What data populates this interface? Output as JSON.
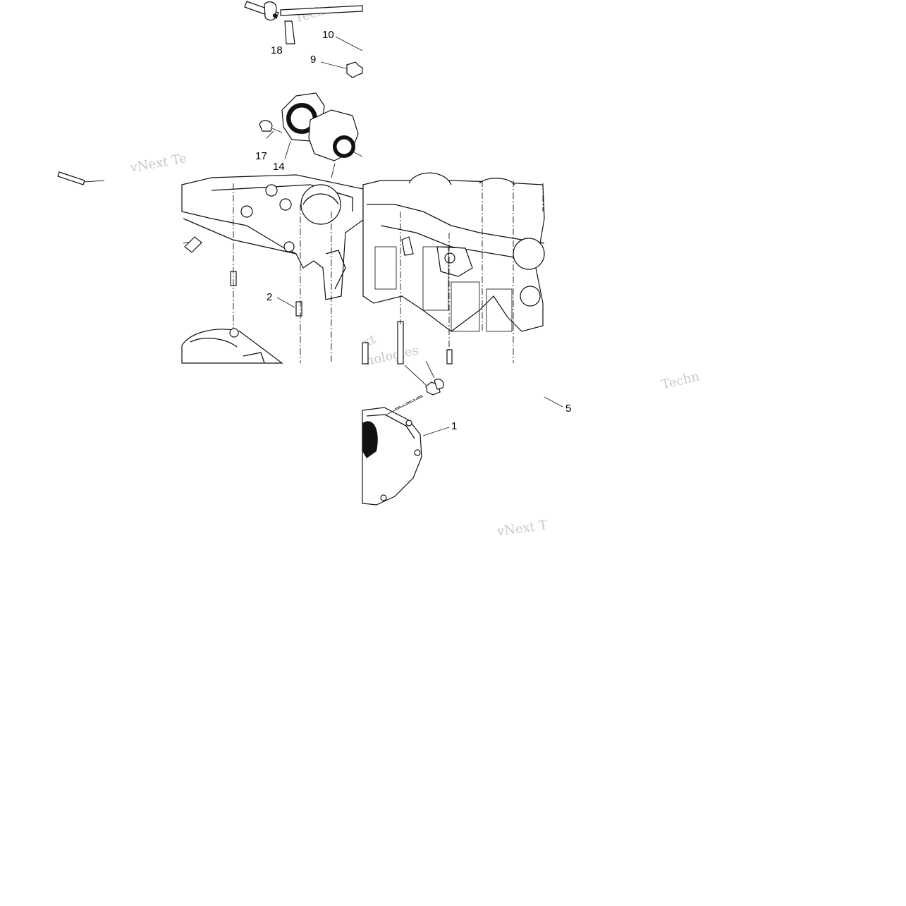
{
  "callouts": {
    "c18": "18",
    "c10": "10",
    "c9": "9",
    "c17": "17",
    "c14": "14",
    "c2": "2",
    "c5": "5",
    "c1": "1"
  },
  "watermarks": {
    "w1": "Techn",
    "w2": "vNext Te",
    "w3": "gies",
    "w4": "xt",
    "w5": "nologies",
    "w6": "Techn",
    "w7": "vNext T"
  },
  "colors": {
    "ink": "#111111",
    "watermark": "#c9c9c9",
    "background": "#ffffff"
  }
}
